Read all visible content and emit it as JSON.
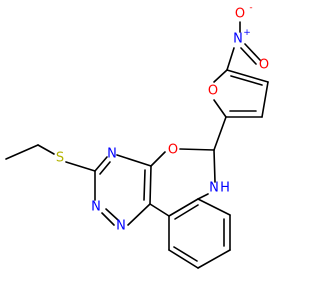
{
  "molecule": {
    "atoms": {
      "nitro_n": "N",
      "nitro_n_charge": "+",
      "nitro_o_top": "O",
      "nitro_o_top_charge": "-",
      "nitro_o_bottom": "O",
      "furan_o": "O",
      "ring_o": "O",
      "ring_nh_n": "N",
      "ring_nh_h": "H",
      "triazine_n1": "N",
      "triazine_n2": "N",
      "triazine_n3": "N",
      "sulfur": "S"
    },
    "colors": {
      "bond": "#000000",
      "nitrogen": "#0000ff",
      "oxygen": "#ff0000",
      "sulfur": "#b3b300"
    }
  }
}
